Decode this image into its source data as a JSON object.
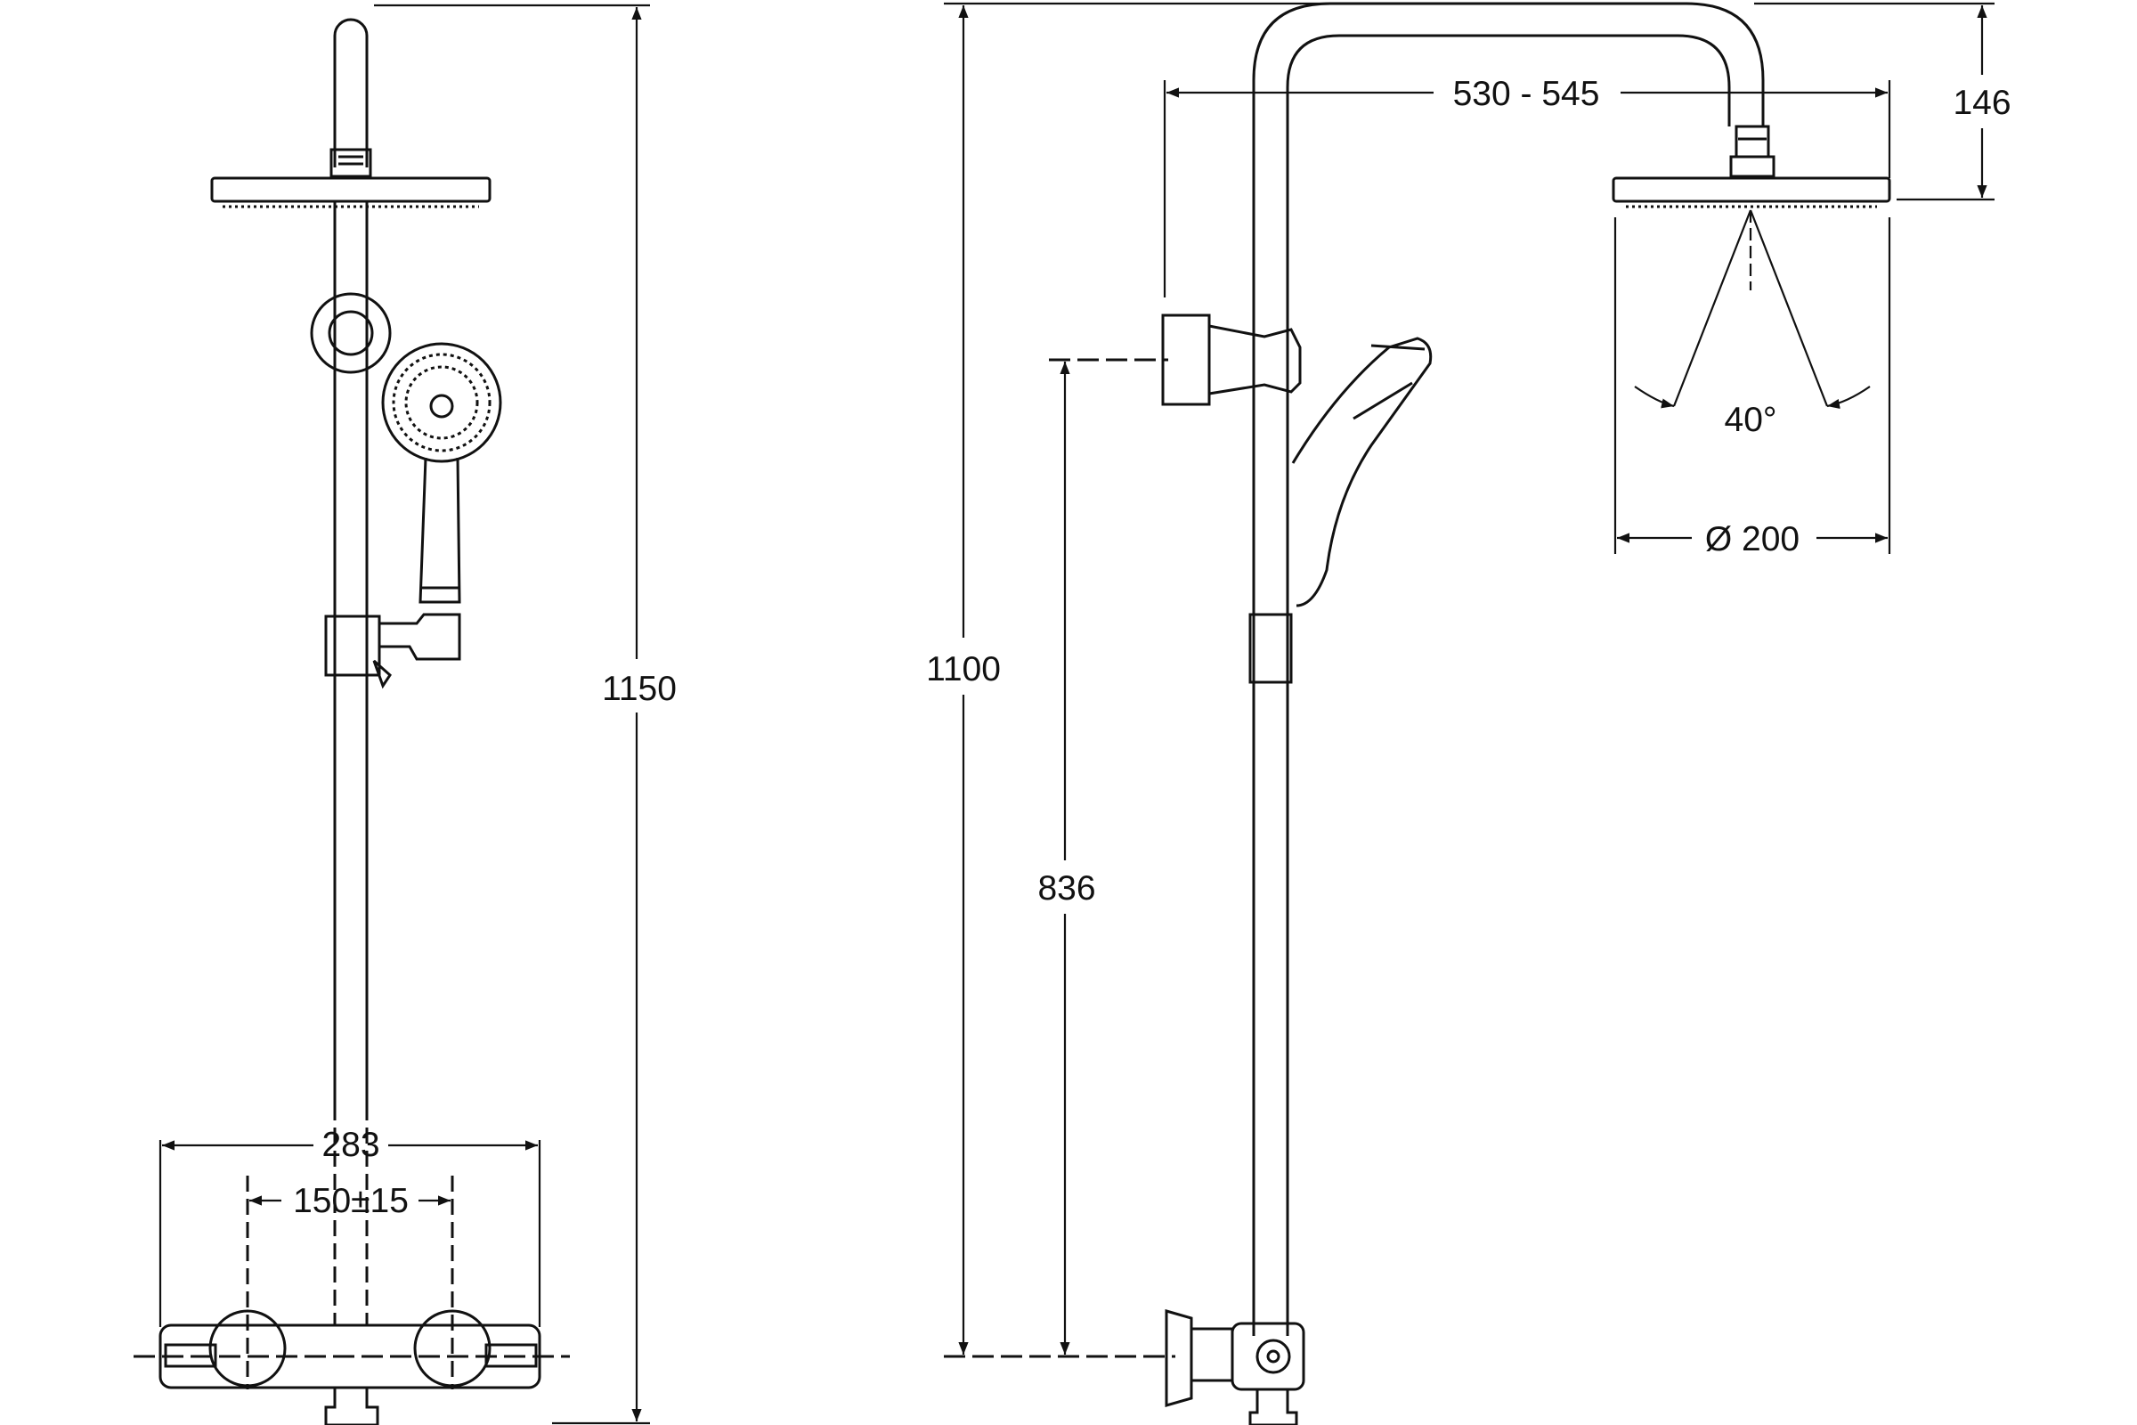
{
  "drawing": {
    "line_color": "#111111",
    "background": "#ffffff"
  },
  "front_view": {
    "overall_height": "1150",
    "mixer_width": "283",
    "inlet_spacing": "150±15"
  },
  "side_view": {
    "total_height": "1100",
    "outlet_height": "836",
    "arm_projection": "530 - 545",
    "head_drop": "146",
    "spray_angle": "40°",
    "head_diameter": "Ø 200"
  }
}
